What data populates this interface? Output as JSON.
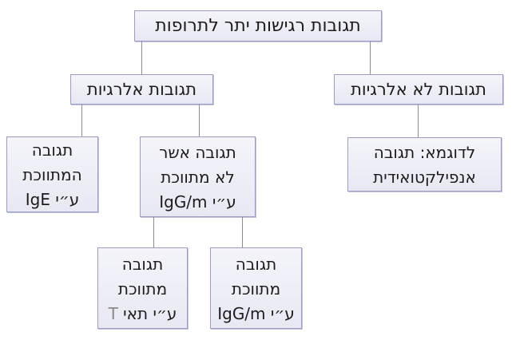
{
  "diagram": {
    "language": "he",
    "direction": "rtl",
    "colors": {
      "background": "#ffffff",
      "node_fill": "#eaeaf5",
      "node_border": "#9c9cc8",
      "connector": "#8c8c94",
      "text": "#1c1c1c",
      "t_letter": "#8a8a8a"
    },
    "nodes": {
      "root": {
        "label": "תגובות רגישות יתר לתרופות"
      },
      "allergic": {
        "label": "תגובות אלרגיות"
      },
      "non_allergic": {
        "label": "תגובות לא אלרגיות"
      },
      "ige_mediated": {
        "line1": "תגובה",
        "line2": "המתווכת",
        "line3": "ע״י IgE"
      },
      "not_ig_mediated": {
        "line1": "תגובה אשר",
        "line2": "לא מתווכת",
        "line3": "ע״י IgG/m"
      },
      "anaphylactoid": {
        "line1": "לדוגמא: תגובה",
        "line2": "אנפילקטואידית"
      },
      "t_cell_mediated": {
        "line1": "תגובה",
        "line2": "מתווכת",
        "line3_prefix": "ע״י תאי",
        "line3_suffix": "T"
      },
      "ig_mediated": {
        "line1": "תגובה",
        "line2": "מתווכת",
        "line3": "ע״י IgG/m"
      }
    },
    "edges": [
      {
        "from": "root",
        "to": "allergic"
      },
      {
        "from": "root",
        "to": "non_allergic"
      },
      {
        "from": "allergic",
        "to": "ige_mediated"
      },
      {
        "from": "allergic",
        "to": "not_ig_mediated"
      },
      {
        "from": "non_allergic",
        "to": "anaphylactoid"
      },
      {
        "from": "not_ig_mediated",
        "to": "t_cell_mediated"
      },
      {
        "from": "not_ig_mediated",
        "to": "ig_mediated"
      }
    ]
  }
}
